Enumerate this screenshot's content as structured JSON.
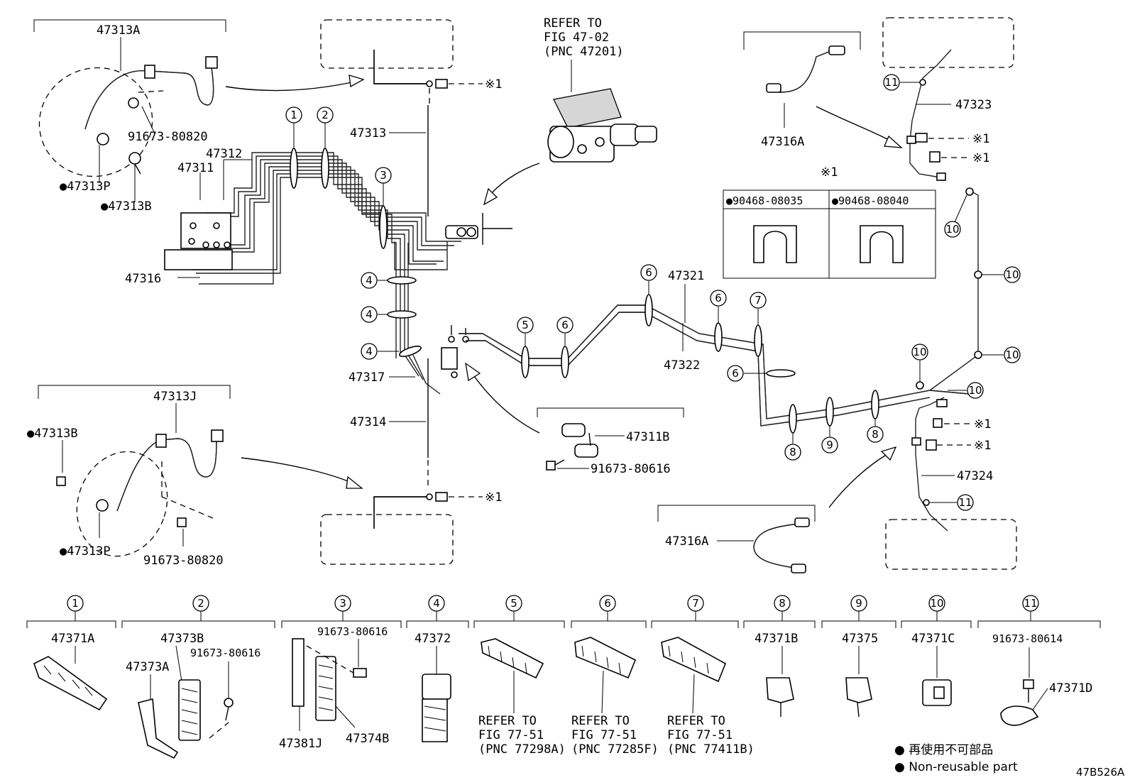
{
  "diagram_code": "47B526A",
  "parts": {
    "p47313A": "47313A",
    "p47313J": "47313J",
    "p47313": "47313",
    "p47314": "47314",
    "p47312": "47312",
    "p47311": "47311",
    "p47316": "47316",
    "p47317": "47317",
    "p47313P_1": "●47313P",
    "p47313B_1": "●47313B",
    "p47313P_2": "●47313P",
    "p47313B_2": "●47313B",
    "p91673_80820_1": "91673-80820",
    "p91673_80820_2": "91673-80820",
    "p47316A_1": "47316A",
    "p47316A_2": "47316A",
    "p47323": "47323",
    "p47324": "47324",
    "p47321": "47321",
    "p47322": "47322",
    "p47311B": "47311B",
    "p91673_80616_mid": "91673-80616"
  },
  "refer_master": [
    "REFER TO",
    "FIG 47-02",
    "(PNC 47201)"
  ],
  "note_mark": "※1",
  "table": {
    "header": "※1",
    "col1": "●90468-08035",
    "col2": "●90468-08040"
  },
  "callouts": {
    "c1": "1",
    "c2": "2",
    "c3": "3",
    "c4": "4",
    "c5": "5",
    "c6": "6",
    "c7": "7",
    "c8": "8",
    "c9": "9",
    "c10": "10",
    "c11": "11"
  },
  "bottom_row": {
    "g1": {
      "num": "1",
      "parts": [
        "47371A"
      ]
    },
    "g2": {
      "num": "2",
      "parts": [
        "47373B",
        "47373A",
        "91673-80616"
      ]
    },
    "g3": {
      "num": "3",
      "parts": [
        "91673-80616",
        "47381J",
        "47374B"
      ]
    },
    "g4": {
      "num": "4",
      "parts": [
        "47372"
      ]
    },
    "g5": {
      "num": "5",
      "refer": [
        "REFER TO",
        "FIG 77-51",
        "(PNC 77298A)"
      ]
    },
    "g6": {
      "num": "6",
      "refer": [
        "REFER TO",
        "FIG 77-51",
        "(PNC 77285F)"
      ]
    },
    "g7": {
      "num": "7",
      "refer": [
        "REFER TO",
        "FIG 77-51",
        "(PNC 77411B)"
      ]
    },
    "g8": {
      "num": "8",
      "parts": [
        "47371B"
      ]
    },
    "g9": {
      "num": "9",
      "parts": [
        "47375"
      ]
    },
    "g10": {
      "num": "10",
      "parts": [
        "47371C"
      ]
    },
    "g11": {
      "num": "11",
      "parts": [
        "91673-80614",
        "47371D"
      ]
    }
  },
  "legend": {
    "jp": "● 再使用不可部品",
    "en": "● Non-reusable part"
  }
}
